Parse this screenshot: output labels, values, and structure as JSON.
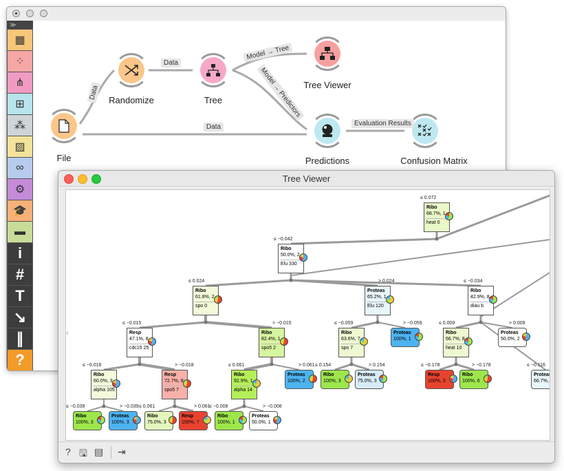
{
  "main_window": {
    "toolbox_top": "≫",
    "toolbox": [
      {
        "name": "data-table-widget",
        "color": "#f7c678",
        "glyph": "▦"
      },
      {
        "name": "scatter-plot-widget",
        "color": "#f7a6a6",
        "glyph": "⁘"
      },
      {
        "name": "tree-widget",
        "color": "#f19bc3",
        "glyph": "⋔"
      },
      {
        "name": "confusion-matrix-widget",
        "color": "#b8e4ec",
        "glyph": "⊞"
      },
      {
        "name": "clustering-widget",
        "color": "#cfd4d6",
        "glyph": "⁂"
      },
      {
        "name": "image-widget",
        "color": "#f3e39a",
        "glyph": "▨"
      },
      {
        "name": "venn-widget",
        "color": "#b7cbee",
        "glyph": "∞"
      },
      {
        "name": "settings-widget",
        "color": "#c58bd8",
        "glyph": "⚙"
      },
      {
        "name": "education-widget",
        "color": "#f6b178",
        "glyph": "🎓"
      },
      {
        "name": "layout-widget",
        "color": "#c8dc98",
        "glyph": "▬"
      }
    ],
    "toolbox_dark": [
      "i",
      "#",
      "T",
      "↘",
      "∥",
      "?"
    ],
    "nodes": {
      "file": {
        "label": "File",
        "color": "#fbc68a"
      },
      "randomize": {
        "label": "Randomize",
        "color": "#fbc68a"
      },
      "tree": {
        "label": "Tree",
        "color": "#f8a8c7"
      },
      "tree_viewer": {
        "label": "Tree Viewer",
        "color": "#f7a0a0"
      },
      "predictions": {
        "label": "Predictions",
        "color": "#bde8f2"
      },
      "confusion_matrix": {
        "label": "Confusion Matrix",
        "color": "#bde8f2"
      }
    },
    "links": {
      "file_randomize": "Data",
      "randomize_tree": "Data",
      "tree_treeviewer": "Model → Tree",
      "tree_predictions": "Model → Predictors",
      "file_predictions": "Data",
      "predictions_confusion": "Evaluation Results"
    }
  },
  "tree_viewer": {
    "title": "Tree Viewer",
    "nodes": {
      "root": {
        "cls": "Ribo",
        "pct": "68.7%, 1",
        "var": "heat 0",
        "color": "#eaf8c8"
      },
      "n1": {
        "cls": "Ribo",
        "pct": "50.0%, 2",
        "var": "Elu 330",
        "color": "#ffffff"
      },
      "n2": {
        "cls": "Ribo",
        "pct": "61.8%, 2",
        "var": "spo 0",
        "color": "#f2fad8"
      },
      "n3": {
        "cls": "Proteas",
        "pct": "65.2%, 1",
        "var": "Elu 120",
        "color": "#e8f5fb"
      },
      "n4": {
        "cls": "Ribo",
        "pct": "42.9%, 8",
        "var": "diau b",
        "color": "#ffffff"
      },
      "n5": {
        "cls": "Resp",
        "pct": "47.1%, 8",
        "var": "cdc15 25",
        "color": "#ffffff"
      },
      "n6": {
        "cls": "Ribo",
        "pct": "82.4%, 1",
        "var": "spo5 2",
        "color": "#d7f5a0"
      },
      "n7": {
        "cls": "Ribo",
        "pct": "63.6%, 7",
        "var": "spo 7",
        "color": "#eef9d2"
      },
      "n8": {
        "cls": "Ribo",
        "pct": "66.7%, 8",
        "var": "heat 10",
        "color": "#eef9d2"
      },
      "n9": {
        "cls": "Ribo",
        "pct": "60.0%, 3",
        "var": "alpha 105",
        "color": "#f3fbdc"
      },
      "n10": {
        "cls": "Resp",
        "pct": "72.7%, 8",
        "var": "spo5 7",
        "color": "#f8b0a8"
      },
      "n11": {
        "cls": "Ribo",
        "pct": "92.9%, 1",
        "var": "alpha 14",
        "color": "#b4ef5a"
      }
    },
    "leaves": {
      "l1": {
        "cls": "Proteas",
        "pct": "100%, 1",
        "color": "#4db3f0"
      },
      "l2": {
        "cls": "Proteas",
        "pct": "50.0%, 2",
        "color": "#ffffff"
      },
      "l3": {
        "cls": "Proteas",
        "pct": "100%, 2",
        "color": "#4db3f0"
      },
      "l4": {
        "cls": "Ribo",
        "pct": "100%, 3",
        "color": "#9de64c"
      },
      "l5": {
        "cls": "Proteas",
        "pct": "75.0%, 3",
        "color": "#d6ecf8"
      },
      "l6": {
        "cls": "Resp",
        "pct": "100%, 3",
        "color": "#e8432f"
      },
      "l7": {
        "cls": "Ribo",
        "pct": "100%, 6",
        "color": "#9de64c"
      },
      "l8": {
        "cls": "Proteas",
        "pct": "66.7%,",
        "color": "#e8f5fb"
      },
      "l9": {
        "cls": "Ribo",
        "pct": "100%, 3",
        "color": "#9de64c"
      },
      "l10": {
        "cls": "Proteas",
        "pct": "100%, 3",
        "color": "#4db3f0"
      },
      "l11": {
        "cls": "Ribo",
        "pct": "75.0%, 3",
        "color": "#e3f6bd"
      },
      "l12": {
        "cls": "Resp",
        "pct": "100%, 7",
        "color": "#e8432f"
      },
      "l13": {
        "cls": "Ribo",
        "pct": "100%, 1",
        "color": "#9de64c"
      },
      "l14": {
        "cls": "Proteas",
        "pct": "50.0%, 1",
        "color": "#ffffff"
      }
    },
    "conditions": {
      "c_root": "≤ 0.072",
      "c_n1": "≤ −0.042",
      "c_n2": "≤ 0.024",
      "c_n3": "> 0.024",
      "c_n4": "≤ −0.034",
      "c_n5": "≤ −0.015",
      "c_n6": "> −0.015",
      "c_n7": "≤ −0.059",
      "c_l1": "> −0.059",
      "c_n8": "≤ 0.009",
      "c_l2": "> 0.009",
      "c_n9": "≤ −0.018",
      "c_n10": "> −0.018",
      "c_n11": "≤ 0.061",
      "c_l3": "> 0.061",
      "c_l4": "≤ 0.154",
      "c_l5": "> 0.154",
      "c_l6": "≤ −0.178",
      "c_l7": "> −0.178",
      "c_l8": "≤ −0.116",
      "c_l9": "≤ −0.039",
      "c_l10": "> −0.039",
      "c_l11": "≤ 0.061",
      "c_l12": "> 0.061",
      "c_l13": "≤ −0.008",
      "c_l14": "> −0.008"
    }
  }
}
